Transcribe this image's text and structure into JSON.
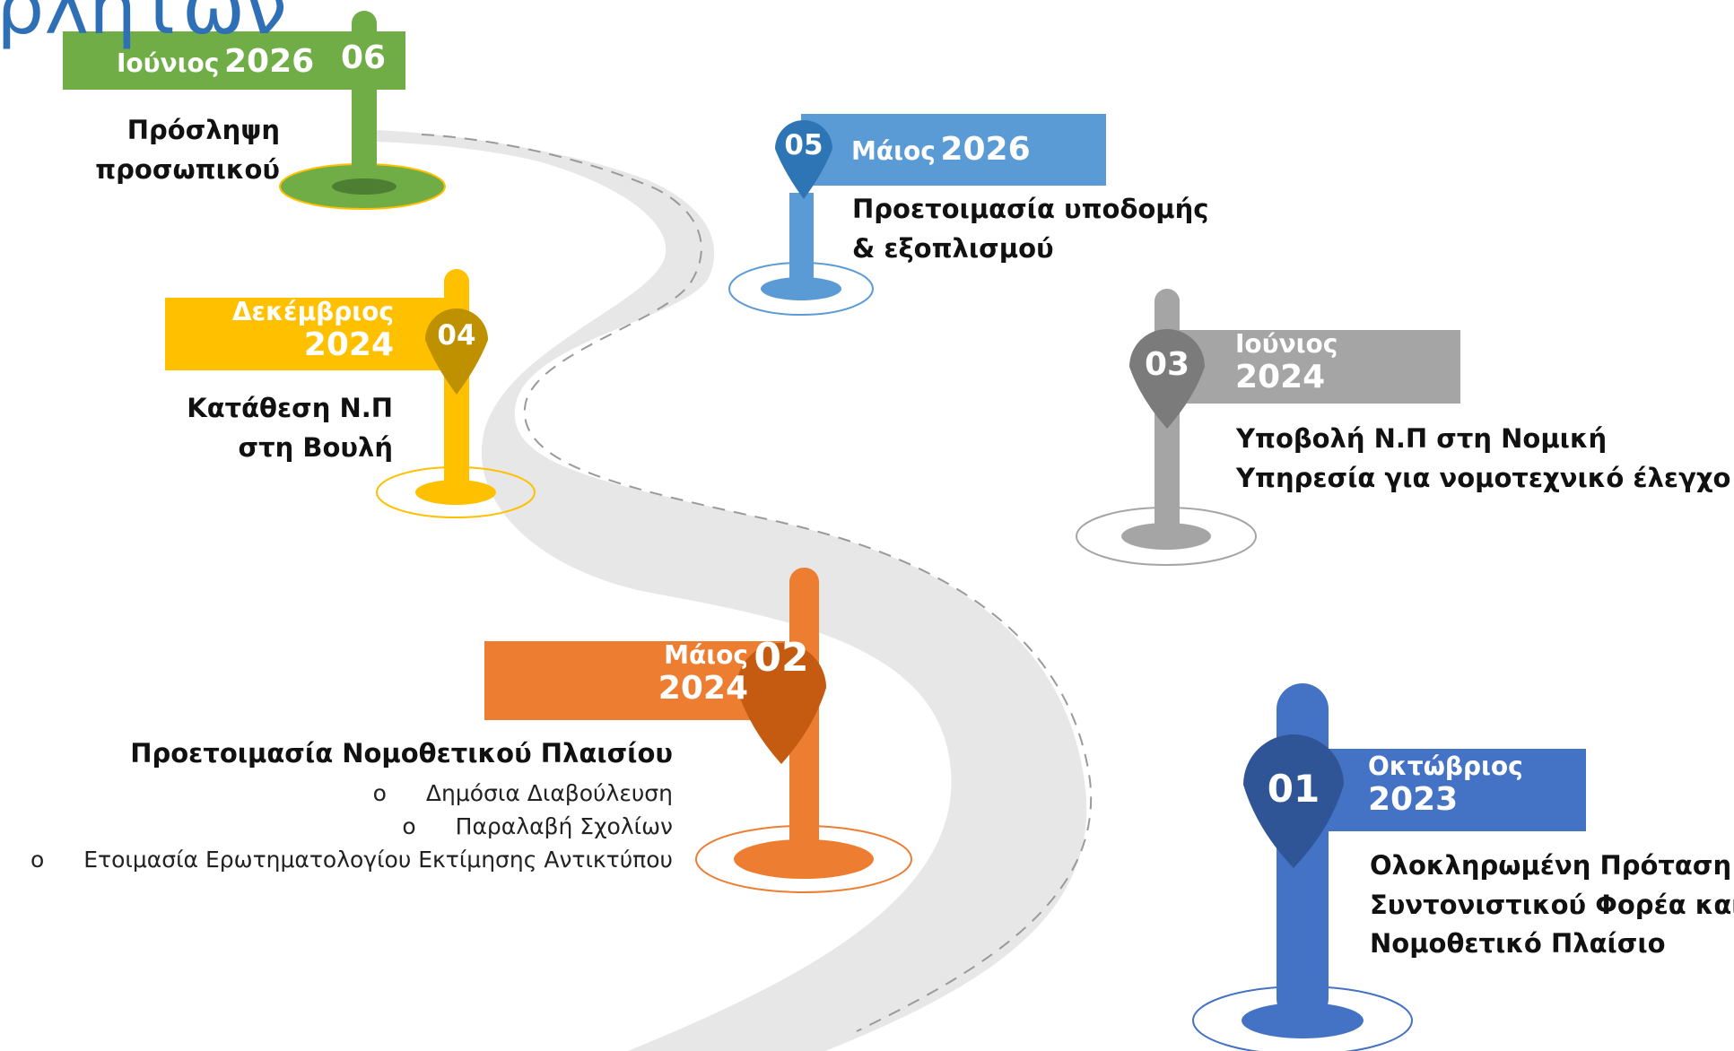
{
  "title_fragment": "ρλητων",
  "colors": {
    "green": "#70ad47",
    "blue_light": "#5b9bd5",
    "yellow": "#ffc000",
    "gray": "#a5a5a5",
    "orange": "#ed7d31",
    "blue": "#4472c4",
    "road": "#e7e7e7"
  },
  "milestones": [
    {
      "number": "01",
      "month": "Οκτώβριος",
      "year": "2023",
      "description": [
        "Ολοκληρωμένη Πρόταση",
        "Συντονιστικού Φορέα και",
        "Νομοθετικό Πλαίσιο"
      ]
    },
    {
      "number": "02",
      "month": "Μάιος",
      "year": "2024",
      "description": [
        "Προετοιμασία Νομοθετικού Πλαισίου"
      ],
      "bullets": [
        "Δημόσια Διαβούλευση",
        "Παραλαβή Σχολίων",
        "Ετοιμασία Ερωτηματολογίου Εκτίμησης Αντικτύπου"
      ]
    },
    {
      "number": "03",
      "month": "Ιούνιος",
      "year": "2024",
      "description": [
        "Υποβολή Ν.Π στη Νομική",
        "Υπηρεσία για νομοτεχνικό έλεγχο"
      ]
    },
    {
      "number": "04",
      "month": "Δεκέμβριος",
      "year": "2024",
      "description": [
        "Κατάθεση Ν.Π",
        "στη Βουλή"
      ]
    },
    {
      "number": "05",
      "month": "Μάιος",
      "year": "2026",
      "description": [
        "Προετοιμασία υποδομής",
        "& εξοπλισμού"
      ]
    },
    {
      "number": "06",
      "month": "Ιούνιος",
      "year": "2026",
      "description": [
        "Πρόσληψη",
        "προσωπικού"
      ]
    }
  ]
}
